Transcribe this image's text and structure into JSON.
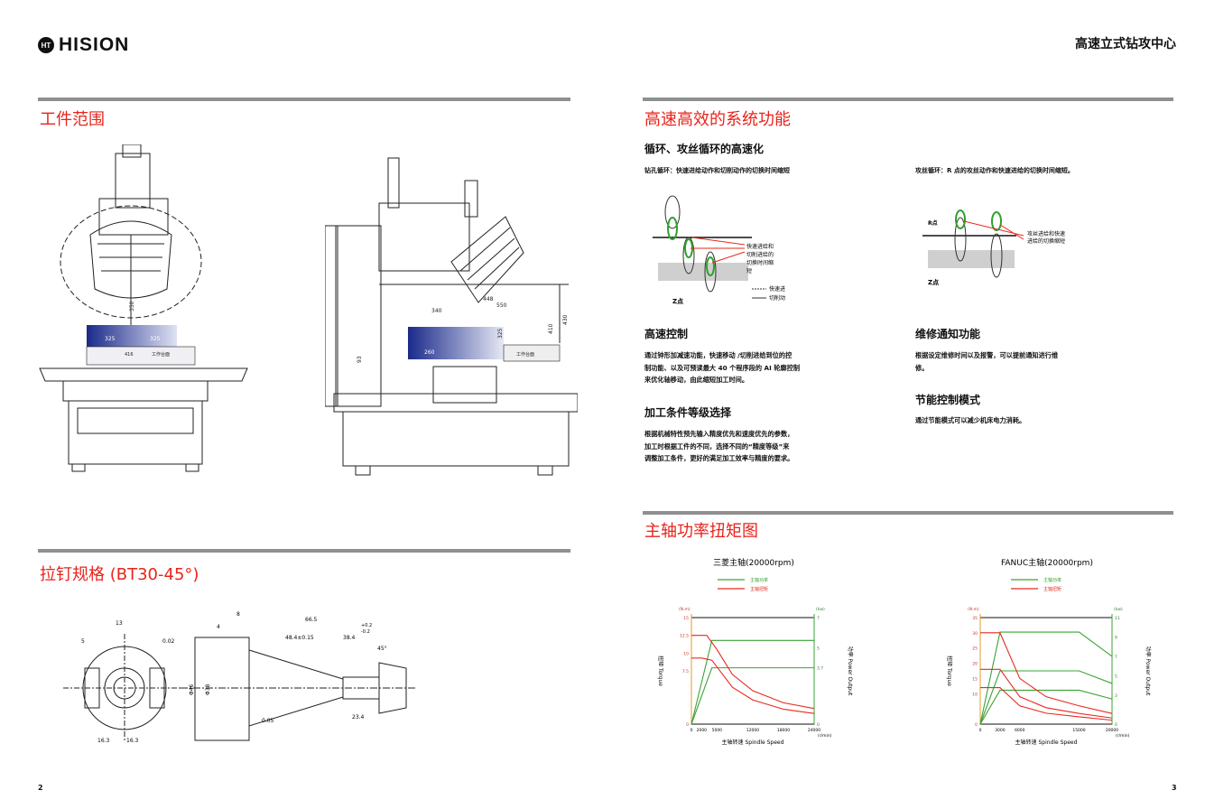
{
  "header": {
    "brand": "HISION",
    "brand_badge": "HT",
    "document_title": "高速立式钻攻中心"
  },
  "left_page": {
    "section1_title": "工件范围",
    "dims_front": [
      "325",
      "325",
      "350",
      "416",
      "工作台面"
    ],
    "dims_side": [
      "340",
      "550",
      "448",
      "410",
      "430",
      "260",
      "325",
      "工作台面",
      "93"
    ],
    "section2_title": "拉钉规格 (BT30-45°)",
    "pull_dims": [
      "13",
      "16.3",
      "16.3",
      "4",
      "8",
      "66.5",
      "48.4±0.15",
      "38.4",
      "45°",
      "Φ46",
      "Φ38",
      "23.4",
      "5",
      "0.02",
      "0.05",
      "+0.2",
      "-0.2"
    ],
    "page_number": "2"
  },
  "right_page": {
    "section_title": "高速高效的系统功能",
    "cycle_subtitle": "循环、攻丝循环的高速化",
    "drill_caption": "钻孔循环：快速进给动作和切削动作的切换时间缩短",
    "tap_caption": "攻丝循环：R 点的攻丝动作和快速进给的切换时间缩短。",
    "drill_callout": [
      "快速进给和",
      "切削进给的",
      "切换时间缩",
      "短"
    ],
    "legend_rapid": "快速进",
    "legend_cut": "切削动",
    "z_label": "Z点",
    "r_label": "R点",
    "tap_callout": [
      "攻丝进给和快速",
      "进给的切换缩短"
    ],
    "high_speed_title": "高速控制",
    "high_speed_text": [
      "通过钟形加减速功能，快速移动 /切削进给到位的控",
      "制功能、以及可预读最大 40 个程序段的 AI 轮廓控制",
      "来优化轴移动，由此缩短加工时间。"
    ],
    "maint_title": "维修通知功能",
    "maint_text": [
      "根据设定维修时间以及报警，可以提前通知进行维",
      "修。"
    ],
    "energy_title": "节能控制模式",
    "energy_text": [
      "通过节能模式可以减少机床电力消耗。"
    ],
    "precision_title": "加工条件等级选择",
    "precision_text": [
      "根据机械特性预先输入精度优先和速度优先的参数，",
      "加工时根据工件的不同，选择不同的“精度等级”来",
      "调整加工条件，更好的满足加工效率与精度的要求。"
    ],
    "torque_section_title": "主轴功率扭矩图",
    "page_number": "3"
  },
  "chart_data": [
    {
      "type": "line",
      "title": "三菱主轴(20000rpm)",
      "legend": [
        "主轴功率",
        "主轴扭矩"
      ],
      "xlabel": "主轴转速 Spindle Speed",
      "x_unit": "(r/min)",
      "ylabel_left": "扭矩 Torque",
      "ylabel_left_unit": "(N.m)",
      "ylabel_right": "功率 Power Output",
      "ylabel_right_unit": "(kw)",
      "xlim": [
        0,
        24000
      ],
      "ylim": [
        0,
        15
      ],
      "y2lim": [
        0,
        7
      ],
      "x_ticks": [
        "0",
        "2000",
        "5000",
        "12000",
        "18000",
        "24000"
      ],
      "y_ticks": [
        "0",
        "7.5",
        "10",
        "12.5",
        "15"
      ],
      "y2_ticks": [
        "0",
        "3.7",
        "5",
        "7"
      ],
      "series": [
        {
          "name": "主轴功率",
          "x": [
            0,
            4000,
            24000
          ],
          "y": [
            0,
            5.5,
            5.5
          ],
          "axis": "right",
          "color": "#3aa335"
        },
        {
          "name": "主轴功率",
          "x": [
            0,
            4000,
            24000
          ],
          "y": [
            0,
            3.7,
            3.7
          ],
          "axis": "right",
          "color": "#3aa335"
        },
        {
          "name": "主轴扭矩",
          "x": [
            0,
            3000,
            5000,
            8000,
            12000,
            18000,
            24000
          ],
          "y": [
            12.5,
            12.5,
            10.5,
            7,
            4.7,
            3,
            2.2
          ],
          "axis": "left",
          "color": "#e62a1e"
        },
        {
          "name": "主轴扭矩",
          "x": [
            0,
            2000,
            4000,
            8000,
            12000,
            18000,
            24000
          ],
          "y": [
            9.3,
            9.3,
            9,
            5.2,
            3.4,
            2.1,
            1.5
          ],
          "axis": "left",
          "color": "#e62a1e"
        }
      ]
    },
    {
      "type": "line",
      "title": "FANUC主轴(20000rpm)",
      "legend": [
        "主轴功率",
        "主轴扭矩"
      ],
      "xlabel": "主轴转速 Spindle Speed",
      "x_unit": "(r/min)",
      "ylabel_left": "扭矩 Torque",
      "ylabel_left_unit": "(N.m)",
      "ylabel_right": "功率 Power Output",
      "ylabel_right_unit": "(kw)",
      "xlim": [
        0,
        20000
      ],
      "ylim": [
        0,
        35
      ],
      "y2lim": [
        0,
        11
      ],
      "x_ticks": [
        "0",
        "3000",
        "6000",
        "15000",
        "20000"
      ],
      "y_ticks": [
        "0",
        "10",
        "15",
        "20",
        "25",
        "30",
        "35"
      ],
      "y2_ticks": [
        "0",
        "3",
        "5",
        "7",
        "9",
        "11"
      ],
      "series": [
        {
          "name": "主轴功率",
          "x": [
            0,
            3000,
            15000,
            20000
          ],
          "y": [
            0,
            9.5,
            9.5,
            7
          ],
          "axis": "right",
          "color": "#3aa335"
        },
        {
          "name": "主轴功率",
          "x": [
            0,
            3000,
            15000,
            20000
          ],
          "y": [
            0,
            5.5,
            5.5,
            4.2
          ],
          "axis": "right",
          "color": "#3aa335"
        },
        {
          "name": "主轴功率",
          "x": [
            0,
            3000,
            15000,
            20000
          ],
          "y": [
            0,
            3.5,
            3.5,
            2.6
          ],
          "axis": "right",
          "color": "#3aa335"
        },
        {
          "name": "主轴扭矩",
          "x": [
            0,
            3000,
            6000,
            10000,
            15000,
            20000
          ],
          "y": [
            30,
            30,
            15,
            9,
            6,
            3.5
          ],
          "axis": "left",
          "color": "#e62a1e"
        },
        {
          "name": "主轴扭矩",
          "x": [
            0,
            3000,
            6000,
            10000,
            15000,
            20000
          ],
          "y": [
            18,
            18,
            9,
            5.4,
            3.5,
            2
          ],
          "axis": "left",
          "color": "#e62a1e"
        },
        {
          "name": "主轴扭矩",
          "x": [
            0,
            3000,
            6000,
            10000,
            15000,
            20000
          ],
          "y": [
            12,
            12,
            6,
            3.6,
            2.4,
            1.3
          ],
          "axis": "left",
          "color": "#e62a1e"
        }
      ]
    }
  ]
}
